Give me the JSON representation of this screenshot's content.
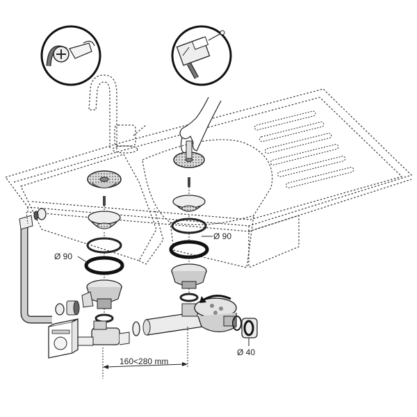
{
  "labels": {
    "diameter_left": "Ø 90",
    "diameter_right": "Ø 90",
    "diameter_outlet": "Ø 40",
    "distance_range": "160<280 mm"
  },
  "icons": {
    "detail_left": "overflow-connection-detail-icon",
    "detail_right": "overflow-plate-detail-icon",
    "appliance": "washing-machine-icon",
    "rotation": "rotation-arrow-icon"
  },
  "colors": {
    "line": "#333333",
    "fill_light": "#ededed",
    "fill_mid": "#c8c8c8",
    "gasket_dark": "#222222"
  }
}
